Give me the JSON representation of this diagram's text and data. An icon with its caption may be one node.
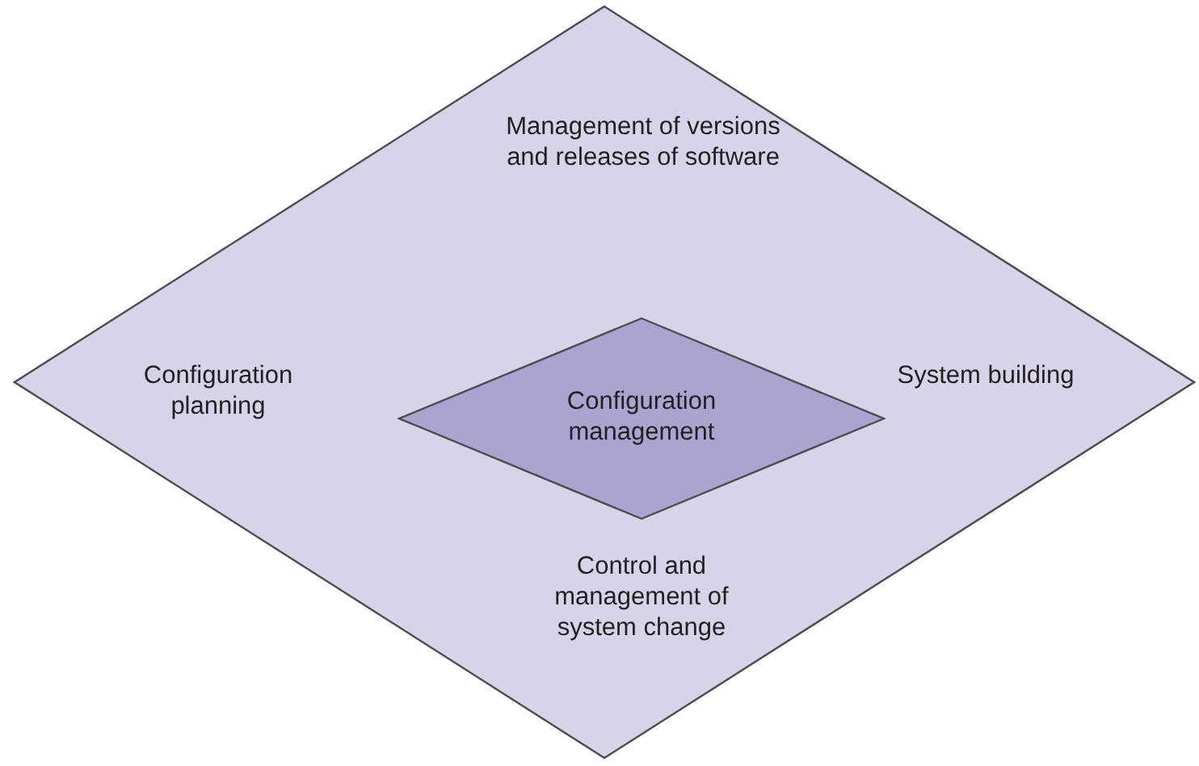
{
  "diagram": {
    "nodes": [
      {
        "text": [
          "Management of versions and releases of software",
          "Configuration planning",
          "System building",
          "Control and management of system change"
        ]
      },
      {
        "text": [
          "Configuration management"
        ],
        "in": 0
      }
    ],
    "edges": []
  }
}
